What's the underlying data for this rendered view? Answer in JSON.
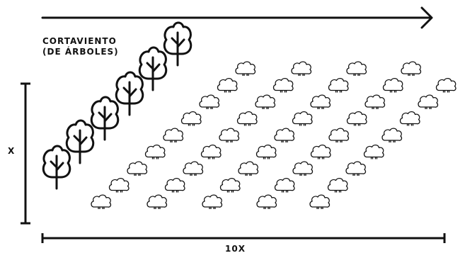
{
  "diagram": {
    "windbreak_label_line1": "CORTAVIENTO",
    "windbreak_label_line2": "(DE ÁRBOLES)",
    "height_label": "X",
    "width_label": "10X"
  },
  "colors": {
    "stroke": "#111111",
    "background": "#ffffff"
  },
  "icons": {
    "wind_arrow": "arrow-right-icon",
    "windbreak_tree": "tree-icon",
    "crop_plant": "shrub-icon"
  }
}
